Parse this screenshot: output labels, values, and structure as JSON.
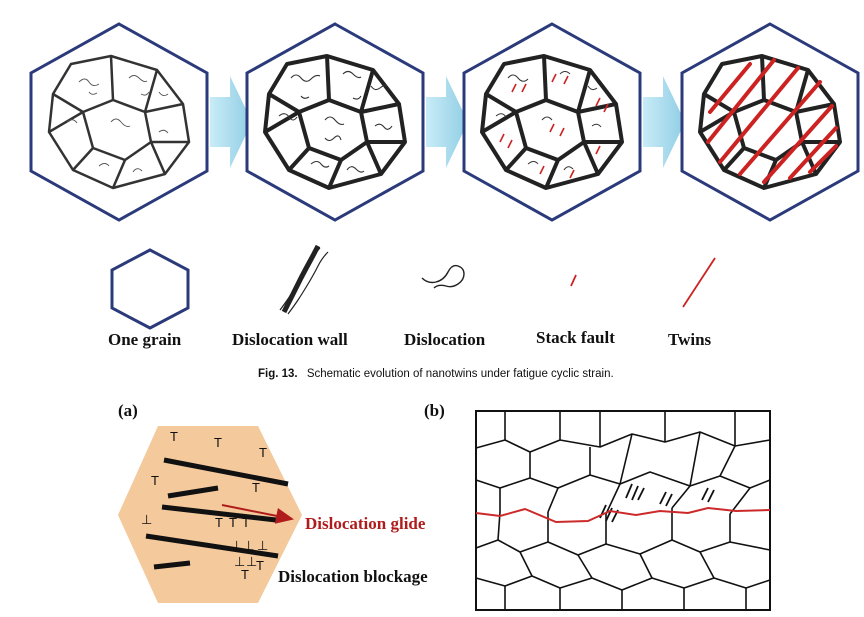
{
  "colors": {
    "hex_border": "#2b3a7a",
    "arrow_fill": "#a9d8ea",
    "twin_red": "#cc2222",
    "glide_red": "#b01c1c",
    "grain_fill": "#f4c99c",
    "crack_red": "#cc2a2a"
  },
  "legend": {
    "items": [
      {
        "label": "One grain",
        "icon": "hexagon-icon"
      },
      {
        "label": "Dislocation wall",
        "icon": "dislocation-wall-icon"
      },
      {
        "label": "Dislocation",
        "icon": "dislocation-line-icon"
      },
      {
        "label": "Stack fault",
        "icon": "stack-fault-icon"
      },
      {
        "label": "Twins",
        "icon": "twin-line-icon"
      }
    ]
  },
  "caption": {
    "fig_label": "Fig. 13.",
    "text": "Schematic evolution of nanotwins under fatigue cyclic strain."
  },
  "panel_a": {
    "label": "(a)",
    "glide_label": "Dislocation glide",
    "blockage_label": "Dislocation blockage",
    "t_symbol": "T",
    "inv_t_symbol": "⊥"
  },
  "panel_b": {
    "label": "(b)"
  }
}
